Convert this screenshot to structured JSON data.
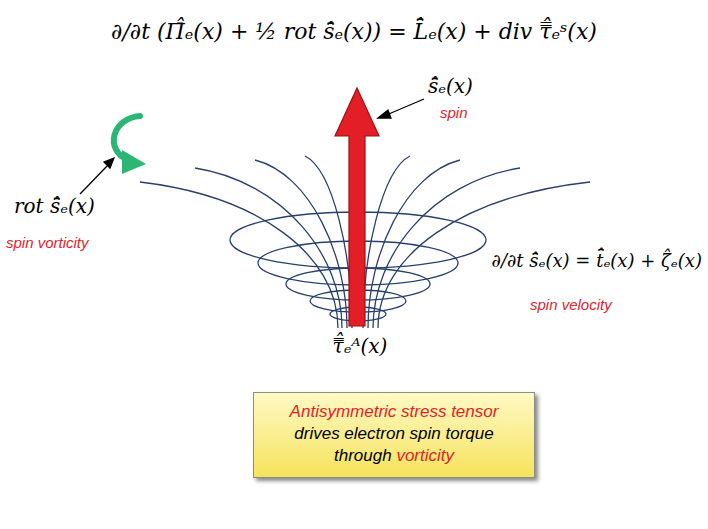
{
  "diagram": {
    "nodes": [
      {
        "text": [
          "Antisymmetric stress tensor",
          "drives electron spin torque",
          "through",
          "vorticity"
        ]
      }
    ],
    "labels": [
      "∂/∂t (Π̄̂ₑ(x) + ½ rot s̄̂ₑ(x)) = L̄̂ₑ(x) + div τ̿̂ₑˢ(x)",
      "s̄̂ₑ(x)",
      "spin",
      "rot s̄̂ₑ(x)",
      "spin vorticity",
      "τ̿̂ₑᴬ(x)",
      "∂/∂t s̄̂ₑ(x) = t̄̂ₑ(x) + ζ̄̂ₑ(x)",
      "spin velocity"
    ]
  }
}
